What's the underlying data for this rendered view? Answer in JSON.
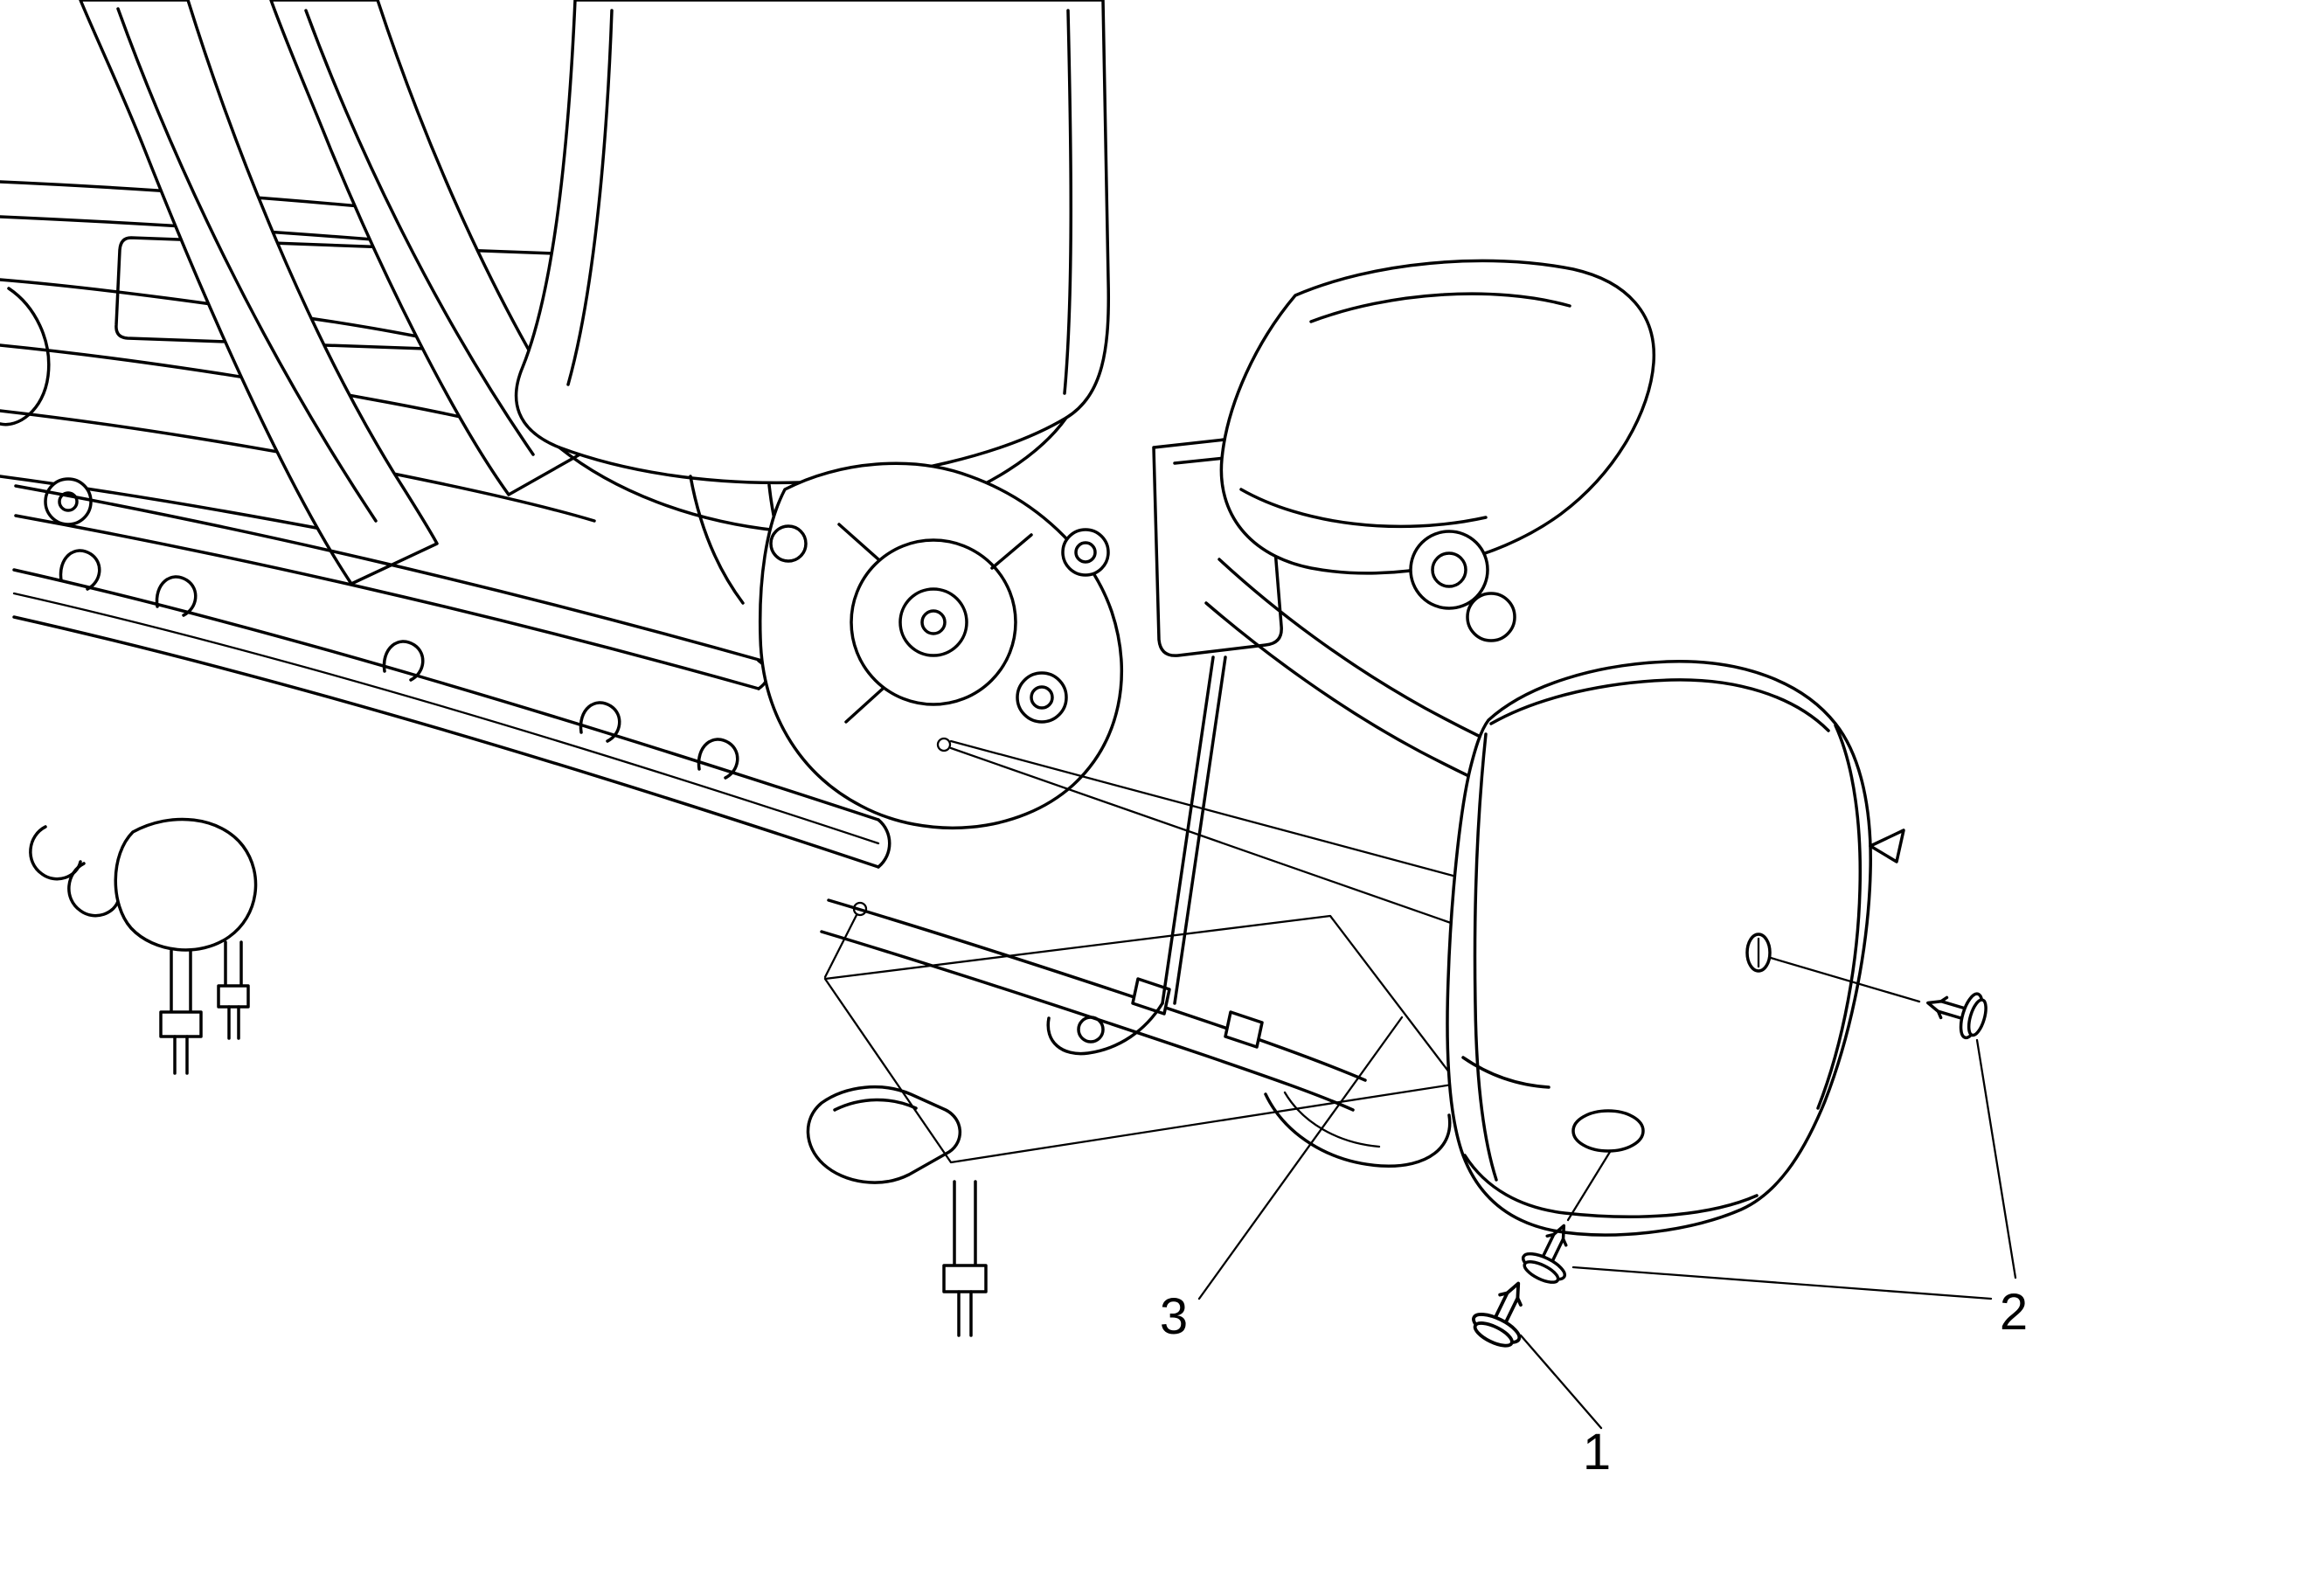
{
  "colors": {
    "ink": "#000000",
    "paper": "#ffffff"
  },
  "diagram": {
    "callouts": [
      {
        "label": "1"
      },
      {
        "label": "2"
      },
      {
        "label": "3"
      }
    ]
  }
}
